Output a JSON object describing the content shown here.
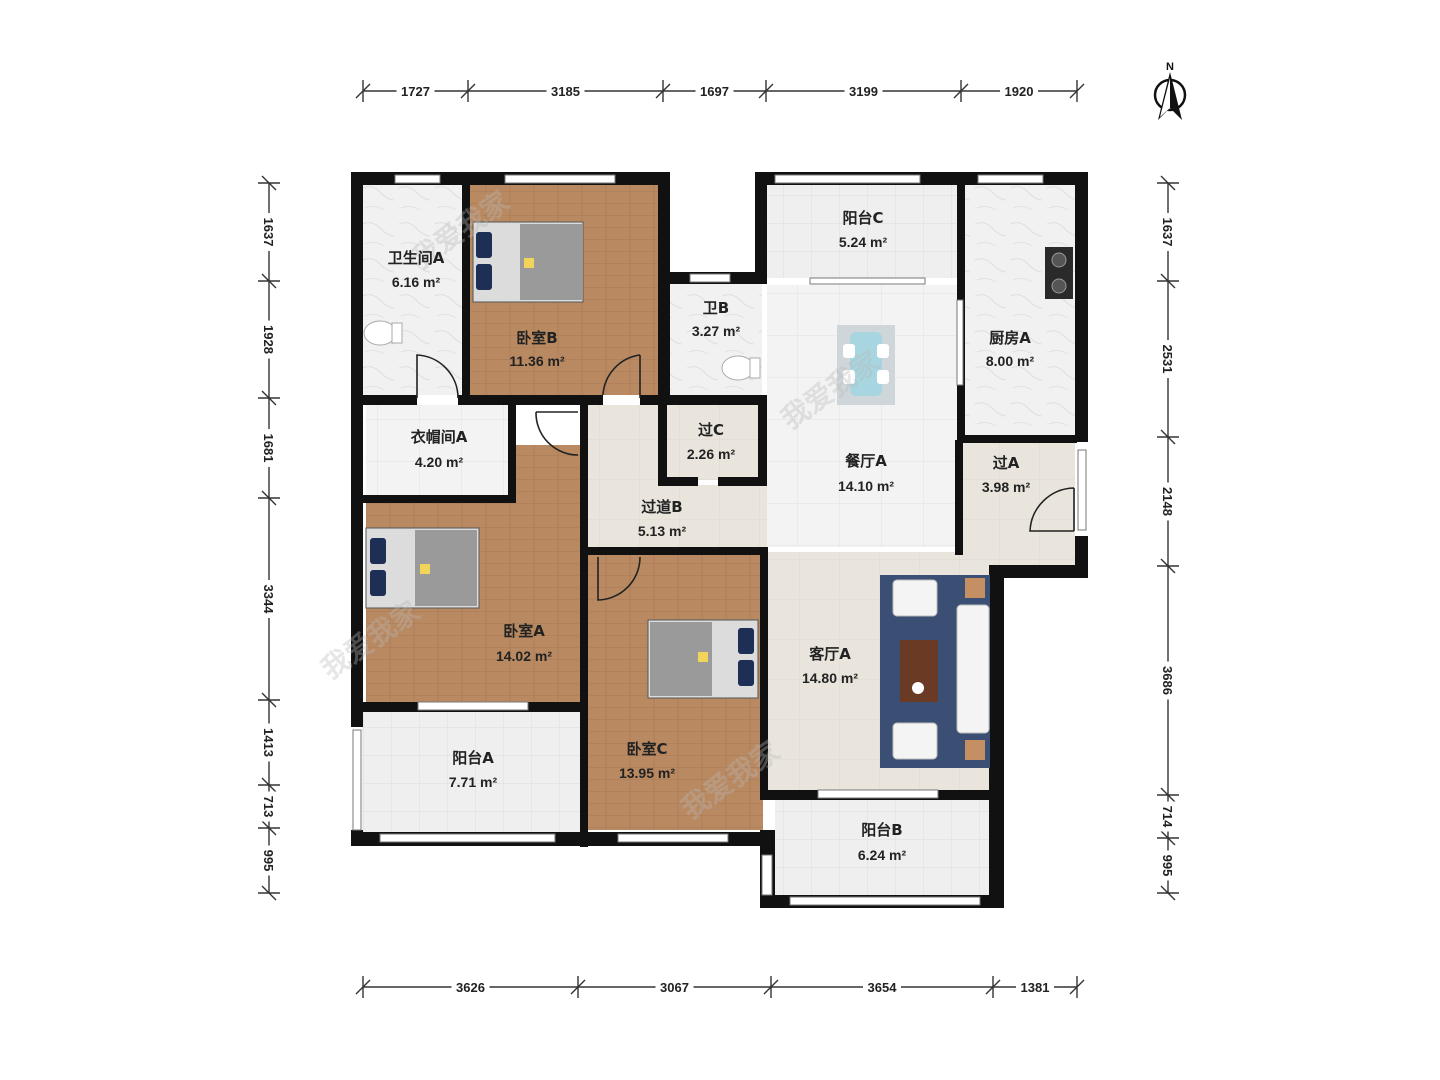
{
  "colors": {
    "wall": "#111111",
    "wood_floor": "#b98a62",
    "tile_floor": "#eeeeee",
    "marble_floor": "#f2f2f2",
    "hall_floor": "#e8e4dc",
    "rug": "#3b4f74"
  },
  "compass": {
    "label": "N"
  },
  "watermark": {
    "text": "我爱我家"
  },
  "rooms": [
    {
      "name": "卫生间A",
      "area": "6.16 m²"
    },
    {
      "name": "卧室B",
      "area": "11.36 m²"
    },
    {
      "name": "卫B",
      "area": "3.27 m²"
    },
    {
      "name": "阳台C",
      "area": "5.24 m²"
    },
    {
      "name": "厨房A",
      "area": "8.00 m²"
    },
    {
      "name": "衣帽间A",
      "area": "4.20 m²"
    },
    {
      "name": "过C",
      "area": "2.26 m²"
    },
    {
      "name": "餐厅A",
      "area": "14.10 m²"
    },
    {
      "name": "过A",
      "area": "3.98 m²"
    },
    {
      "name": "过道B",
      "area": "5.13 m²"
    },
    {
      "name": "卧室A",
      "area": "14.02 m²"
    },
    {
      "name": "客厅A",
      "area": "14.80 m²"
    },
    {
      "name": "卧室C",
      "area": "13.95 m²"
    },
    {
      "name": "阳台A",
      "area": "7.71 m²"
    },
    {
      "name": "阳台B",
      "area": "6.24 m²"
    }
  ],
  "dimensions": {
    "top": [
      "1727",
      "3185",
      "1697",
      "3199",
      "1920"
    ],
    "bottom": [
      "3626",
      "3067",
      "3654",
      "1381"
    ],
    "left": [
      "1637",
      "1928",
      "1681",
      "3344",
      "1413",
      "713",
      "995"
    ],
    "right": [
      "1637",
      "2531",
      "2148",
      "3686",
      "714",
      "995"
    ]
  }
}
